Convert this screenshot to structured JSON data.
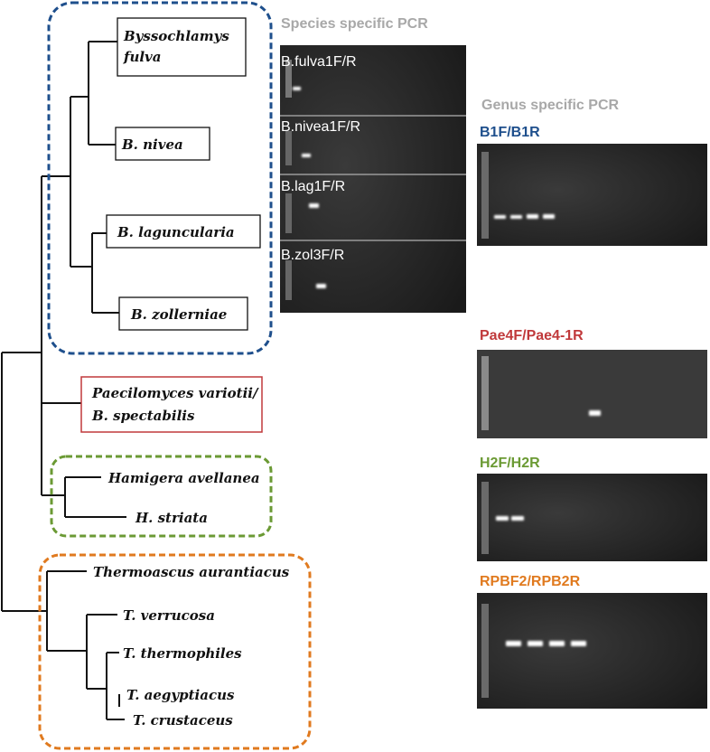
{
  "tree": {
    "taxa": [
      {
        "id": "byssochlamys-fulva",
        "lines": [
          "Byssochlamys",
          "fulva"
        ]
      },
      {
        "id": "b-nivea",
        "lines": [
          "B. nivea"
        ]
      },
      {
        "id": "b-laguncularia",
        "lines": [
          "B. laguncularia"
        ]
      },
      {
        "id": "b-zollerniae",
        "lines": [
          "B. zollerniae"
        ]
      },
      {
        "id": "paecilomyces-variotii",
        "lines": [
          "Paecilomyces variotii/",
          "B. spectabilis"
        ]
      },
      {
        "id": "hamigera-avellanea",
        "lines": [
          "Hamigera avellanea"
        ]
      },
      {
        "id": "h-striata",
        "lines": [
          "H. striata"
        ]
      },
      {
        "id": "thermoascus-aurantiacus",
        "lines": [
          "Thermoascus aurantiacus"
        ]
      },
      {
        "id": "t-verrucosa",
        "lines": [
          "T. verrucosa"
        ]
      },
      {
        "id": "t-thermophiles",
        "lines": [
          "T. thermophiles"
        ]
      },
      {
        "id": "t-aegyptiacus",
        "lines": [
          "T. aegyptiacus"
        ]
      },
      {
        "id": "t-crustaceus",
        "lines": [
          "T. crustaceus"
        ]
      }
    ],
    "group_colors": {
      "byssochlamys": "#1e4f8c",
      "paecilomyces": "#c0393b",
      "hamigera": "#6b9a34",
      "thermoascus": "#e07a1f"
    }
  },
  "species_pcr": {
    "title": "Species specific PCR",
    "title_color": "#a8a8a8",
    "gels": [
      {
        "id": "b-fulva",
        "label": "B.fulva1F/R"
      },
      {
        "id": "b-nivea",
        "label": "B.nivea1F/R"
      },
      {
        "id": "b-lag",
        "label": "B.lag1F/R"
      },
      {
        "id": "b-zol",
        "label": "B.zol3F/R"
      }
    ]
  },
  "genus_pcr": {
    "title": "Genus specific PCR",
    "title_color": "#a8a8a8",
    "gels": [
      {
        "id": "b1",
        "label": "B1F/B1R",
        "color": "#1e4f8c"
      },
      {
        "id": "pae",
        "label": "Pae4F/Pae4-1R",
        "color": "#c0393b"
      },
      {
        "id": "h2",
        "label": "H2F/H2R",
        "color": "#6b9a34"
      },
      {
        "id": "rpb",
        "label": "RPBF2/RPB2R",
        "color": "#e07a1f"
      }
    ]
  }
}
